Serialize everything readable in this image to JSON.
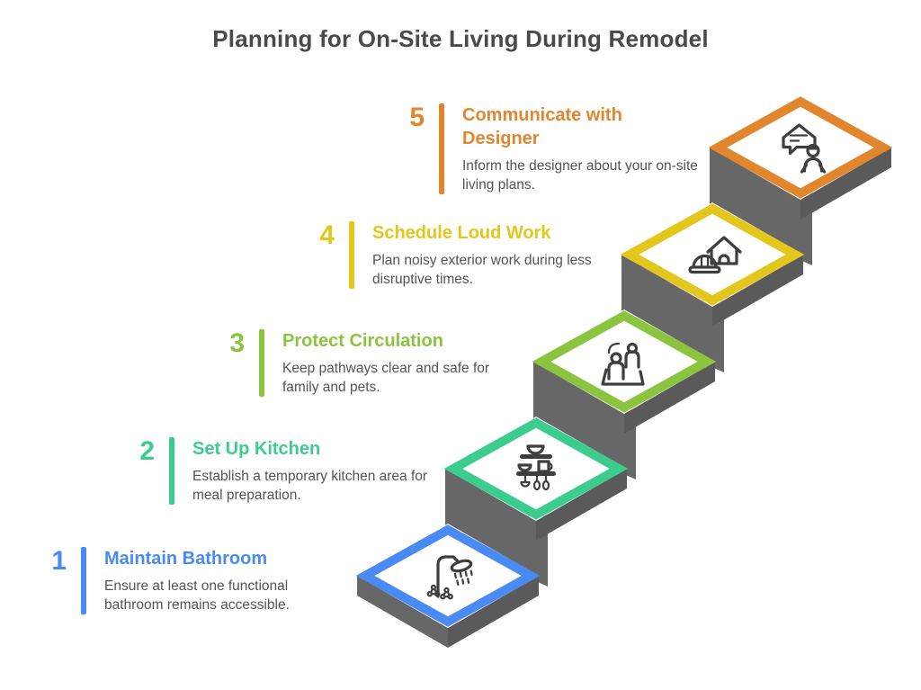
{
  "title": "Planning for On-Site Living During Remodel",
  "steps": [
    {
      "number": "1",
      "title": "Maintain Bathroom",
      "description": "Ensure at least one functional bathroom remains accessible.",
      "color": "#4A8AF4",
      "icon": "shower-icon"
    },
    {
      "number": "2",
      "title": "Set Up Kitchen",
      "description": "Establish a temporary kitchen area for meal preparation.",
      "color": "#3CCD8E",
      "icon": "kitchen-shelf-icon"
    },
    {
      "number": "3",
      "title": "Protect Circulation",
      "description": "Keep pathways clear and safe for family and pets.",
      "color": "#8BC43F",
      "icon": "family-walkway-icon"
    },
    {
      "number": "4",
      "title": "Schedule Loud Work",
      "description": "Plan noisy exterior work during less disruptive times.",
      "color": "#E3C71C",
      "icon": "house-hardhat-icon"
    },
    {
      "number": "5",
      "title": "Communicate with Designer",
      "description": "Inform the designer about your on-site living plans.",
      "color": "#E2862D",
      "icon": "house-chat-person-icon"
    }
  ],
  "staircase": {
    "wall_color": "#676767",
    "tread_color": "#5A5A5A",
    "surface_color": "#FFFFFF",
    "icon_stroke": "#3E3E3E"
  }
}
